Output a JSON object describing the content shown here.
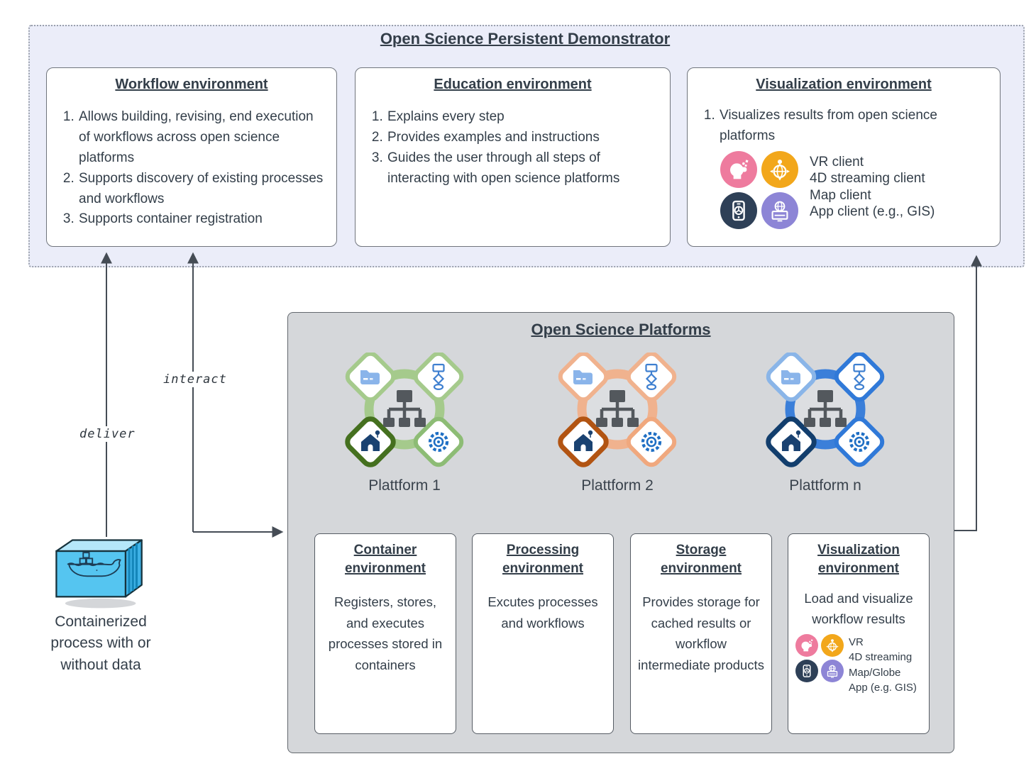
{
  "demonstrator": {
    "title": "Open Science Persistent Demonstrator",
    "workflow": {
      "title": "Workflow environment",
      "items": [
        "Allows building, revising, end execution of workflows across open science platforms",
        "Supports discovery of existing processes and workflows",
        "Supports container registration"
      ]
    },
    "education": {
      "title": "Education environment",
      "items": [
        "Explains every step",
        "Provides examples and instructions",
        "Guides the user through all steps of interacting with open science platforms"
      ]
    },
    "visualization": {
      "title": "Visualization environment",
      "items": [
        "Visualizes results from open science platforms"
      ],
      "client_icons": [
        "vr-headset-icon",
        "globe-pin-icon",
        "mobile-map-icon",
        "app-monitor-icon"
      ],
      "clients": [
        "VR client",
        "4D streaming client",
        "Map client",
        "App client (e.g., GIS)"
      ]
    }
  },
  "platforms": {
    "title": "Open Science Platforms",
    "items": [
      {
        "label": "Plattform 1",
        "colors": {
          "ring": "#a5ca8c",
          "tl": "#a5ca8c",
          "tr": "#a5ca8c",
          "bl": "#45701f",
          "br": "#8dbc75"
        }
      },
      {
        "label": "Plattform 2",
        "colors": {
          "ring": "#f0b28e",
          "tl": "#f0b28e",
          "tr": "#f0b28e",
          "bl": "#b25412",
          "br": "#f0a87e"
        }
      },
      {
        "label": "Plattform n",
        "colors": {
          "ring": "#3b7fd9",
          "tl": "#8ab5e8",
          "tr": "#3079d8",
          "bl": "#123e6d",
          "br": "#3079d8"
        }
      }
    ],
    "environments": {
      "container": {
        "title": "Container environment",
        "body": "Registers, stores, and executes processes stored in containers"
      },
      "processing": {
        "title": "Processing environment",
        "body": "Excutes processes and workflows"
      },
      "storage": {
        "title": "Storage environment",
        "body": "Provides storage for cached results or workflow intermediate products"
      },
      "visualization": {
        "title": "Visualization environment",
        "body": "Load and visualize workflow results",
        "client_icons": [
          "vr-headset-icon",
          "globe-pin-icon",
          "mobile-map-icon",
          "app-monitor-icon"
        ],
        "clients": [
          "VR",
          "4D streaming",
          "Map/Globe",
          "App (e.g. GIS)"
        ]
      }
    }
  },
  "container_source": {
    "icon": "docker-container-icon",
    "caption": "Containerized process with or without data"
  },
  "arrows": {
    "deliver_label": "deliver",
    "interact_label": "interact"
  },
  "colors": {
    "demonstrator_bg": "#ebedf9",
    "platforms_bg": "#d5d7da",
    "arrow": "#454c55",
    "text": "#333e49",
    "client_pink": "#ee7b9e",
    "client_amber": "#f2a71b",
    "client_navy": "#2e4057",
    "client_purple": "#8d85d6",
    "docker_cyan": "#55c5f0"
  }
}
